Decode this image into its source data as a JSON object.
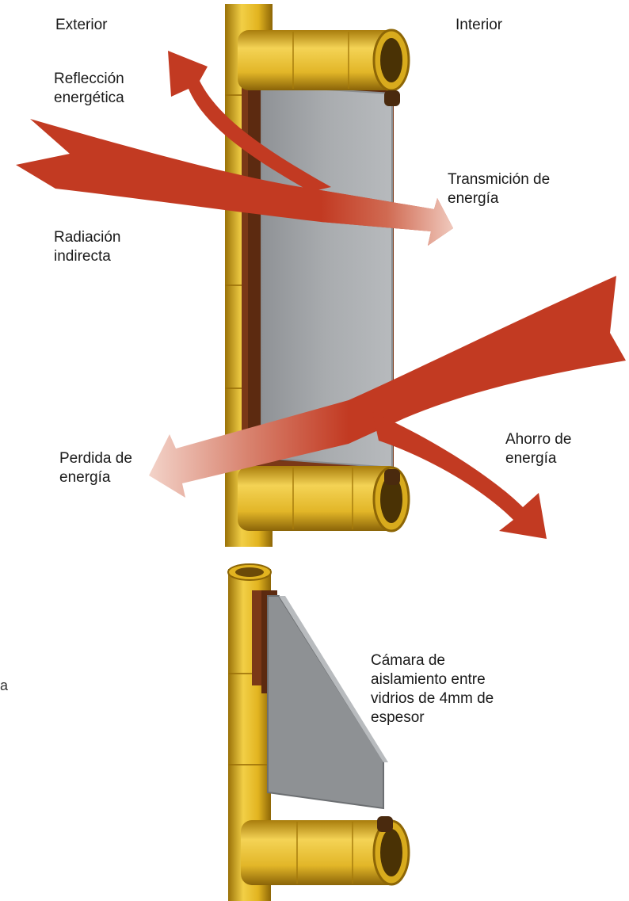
{
  "labels": {
    "exterior": "Exterior",
    "interior": "Interior",
    "reflection": [
      "Reflección",
      "energética"
    ],
    "transmission": [
      "Transmición de",
      "energía"
    ],
    "indirect": [
      "Radiación",
      "indirecta"
    ],
    "loss": [
      "Perdida de",
      "energía"
    ],
    "saving": [
      "Ahorro de",
      "energía"
    ],
    "chamber": [
      "Cámara de",
      "aislamiento entre",
      "vidrios de 4mm de",
      "espesor"
    ],
    "stray": "a"
  },
  "colors": {
    "arrow": "#c23a22",
    "arrow_faded": "#eec2b6",
    "bamboo": "#e7bf2c",
    "bamboo_dark": "#b98d10",
    "wood_frame": "#7a3817",
    "glass": "#9c9fa2"
  }
}
